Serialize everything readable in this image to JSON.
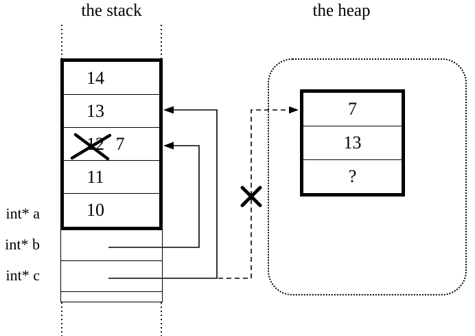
{
  "stack": {
    "title": "the stack",
    "rows": [
      {
        "value": "14"
      },
      {
        "value": "13"
      },
      {
        "old_value": "12",
        "new_value": "7",
        "crossed_out": true
      },
      {
        "value": "11"
      },
      {
        "value": "10"
      }
    ],
    "pointer_labels": [
      "int* a",
      "int* b",
      "int* c"
    ]
  },
  "heap": {
    "title": "the heap",
    "rows": [
      {
        "value": "7"
      },
      {
        "value": "13"
      },
      {
        "value": "?"
      }
    ]
  },
  "arrows": [
    {
      "from": "int* b cell",
      "to": "stack cell with new value 7",
      "style": "solid"
    },
    {
      "from": "int* c cell",
      "to": "stack cell 13",
      "style": "solid"
    },
    {
      "from": "pointer cell area",
      "to": "heap cell 7",
      "style": "dashed",
      "crossed_out": true
    }
  ],
  "colors": {
    "ink": "#000000",
    "background": "#ffffff"
  }
}
